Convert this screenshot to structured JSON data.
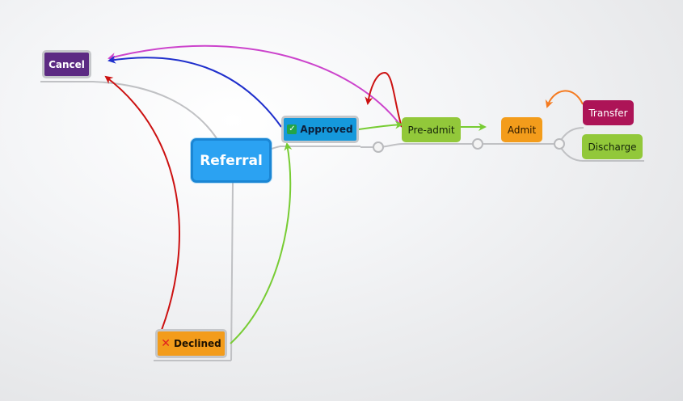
{
  "nodes": {
    "cancel": {
      "label": "Cancel",
      "color": "#5c2a83"
    },
    "approved": {
      "label": "Approved",
      "icon": "check-box-icon",
      "icon_glyph": "✓",
      "color": "#1599dc"
    },
    "referral": {
      "label": "Referral",
      "color": "#2ba2f2"
    },
    "preadmit": {
      "label": "Pre-admit",
      "color": "#92c83a"
    },
    "admit": {
      "label": "Admit",
      "color": "#f39c1b"
    },
    "transfer": {
      "label": "Transfer",
      "color": "#ad1457"
    },
    "discharge": {
      "label": "Discharge",
      "color": "#92c83a"
    },
    "declined": {
      "label": "Declined",
      "icon": "cross-icon",
      "icon_glyph": "✕",
      "color": "#f39c1b"
    }
  },
  "connector_color": "#c0c1c4",
  "arrows": [
    {
      "from": "preadmit",
      "to": "cancel",
      "color": "#cc44cc"
    },
    {
      "from": "approved",
      "to": "cancel",
      "color": "#1f2fcc"
    },
    {
      "from": "declined",
      "to": "cancel",
      "color": "#cc1111"
    },
    {
      "from": "preadmit",
      "to": "approved",
      "color": "#cc1111"
    },
    {
      "from": "approved",
      "to": "preadmit",
      "color": "#77cc33"
    },
    {
      "from": "preadmit",
      "to": "admit",
      "color": "#77cc33"
    },
    {
      "from": "declined",
      "to": "approved",
      "color": "#77cc33"
    },
    {
      "from": "transfer",
      "to": "admit",
      "color": "#f57a1f"
    }
  ]
}
